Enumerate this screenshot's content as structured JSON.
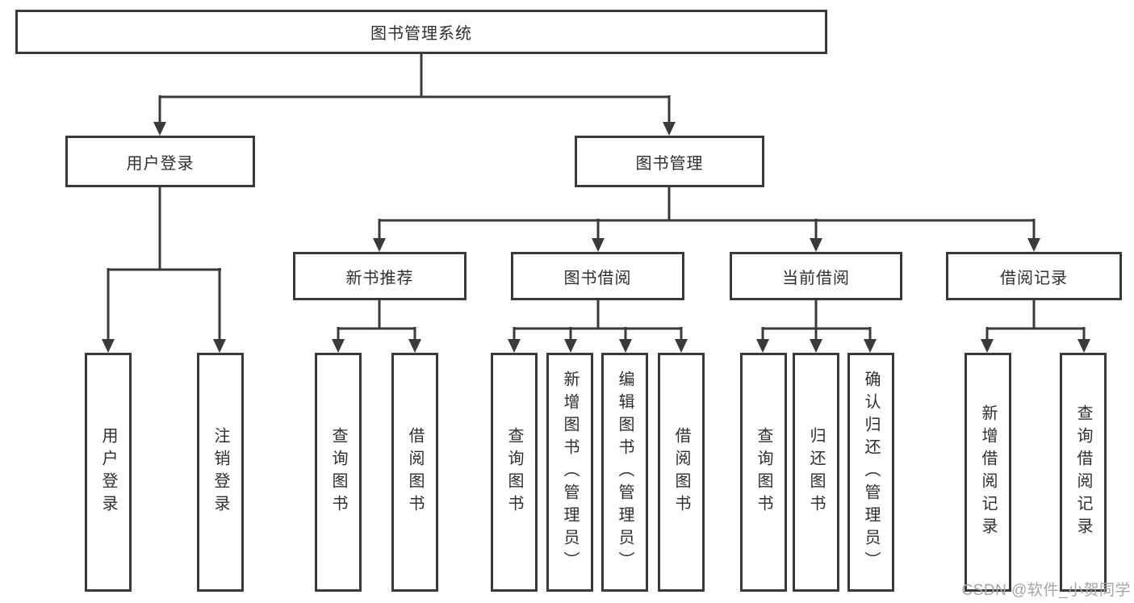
{
  "diagram": {
    "title": "图书管理系统",
    "nodes": {
      "root": "图书管理系统",
      "level2": {
        "user_login": "用户登录",
        "book_mgmt": "图书管理"
      },
      "level3": {
        "new_book_rec": "新书推荐",
        "book_borrow": "图书借阅",
        "current_borrow": "当前借阅",
        "borrow_records": "借阅记录"
      },
      "leaves": {
        "user_login": "用户登录",
        "logout": "注销登录",
        "query_books_rec": "查询图书",
        "borrow_books_rec": "借阅图书",
        "query_books_borrow": "查询图书",
        "add_books_admin": "新增图书（管理员）",
        "edit_books_admin": "编辑图书（管理员）",
        "borrow_books": "借阅图书",
        "query_books_current": "查询图书",
        "return_books": "归还图书",
        "confirm_return_admin": "确认归还（管理员）",
        "add_borrow_record": "新增借阅记录",
        "query_borrow_record": "查询借阅记录"
      }
    },
    "colors": {
      "line": "#3a3a3a",
      "box_border": "#3a3a3a",
      "text": "#2f2f2f",
      "background": "#ffffff",
      "watermark": "#a5a5a5"
    }
  },
  "watermark": "CSDN @软件_小贺同学"
}
